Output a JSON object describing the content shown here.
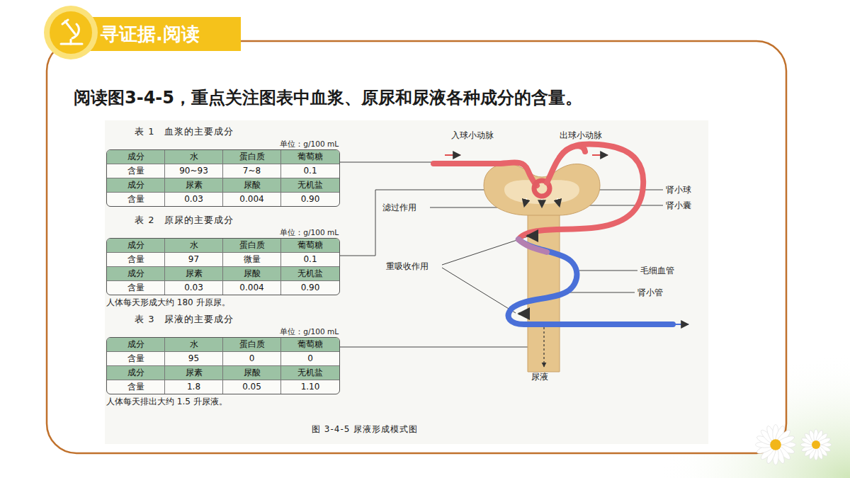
{
  "diagram": {
    "title": "寻证据.阅读",
    "caption": "图 3-4-5 尿液形成模式图",
    "nodes": [
      {
        "text": [
          "表 1　血浆的主要成分",
          "单位：g/100 mL",
          "成分",
          "水",
          "蛋白质",
          "葡萄糖",
          "含量",
          "90~93",
          "7~8",
          "0.1",
          "成分",
          "尿素",
          "尿酸",
          "无机盐",
          "含量",
          "0.03",
          "0.004",
          "0.90"
        ]
      },
      {
        "text": [
          "表 2　原尿的主要成分",
          "单位：g/100 mL",
          "成分",
          "水",
          "蛋白质",
          "葡萄糖",
          "含量",
          "97",
          "微量",
          "0.1",
          "成分",
          "尿素",
          "尿酸",
          "无机盐",
          "含量",
          "0.03",
          "0.004",
          "0.90",
          "人体每天形成大约 180 升原尿。"
        ]
      },
      {
        "text": [
          "表 3　尿液的主要成分",
          "单位：g/100 mL",
          "成分",
          "水",
          "蛋白质",
          "葡萄糖",
          "含量",
          "95",
          "0",
          "0",
          "成分",
          "尿素",
          "尿酸",
          "无机盐",
          "含量",
          "1.8",
          "0.05",
          "1.10",
          "人体每天排出大约 1.5 升尿液。"
        ]
      }
    ],
    "labels": [
      "阅读图3-4-5，重点关注图表中血浆、原尿和尿液各种成分的含量。",
      "入球小动脉",
      "出球小动脉",
      "肾小球",
      "滤过作用",
      "肾小囊",
      "重吸收作用",
      "毛细血管",
      "肾小管",
      "尿液"
    ]
  }
}
